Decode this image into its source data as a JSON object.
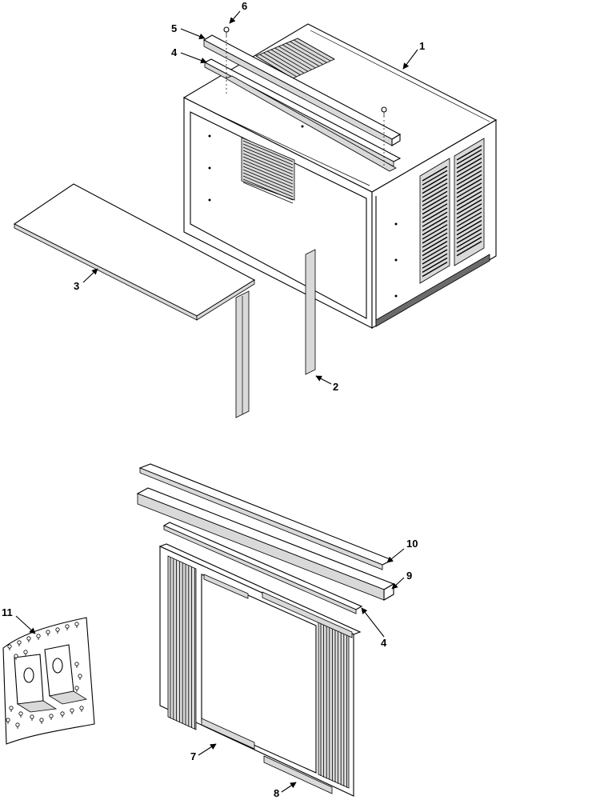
{
  "callouts": {
    "c1": "1",
    "c2": "2",
    "c3": "3",
    "c4a": "4",
    "c4b": "4",
    "c5": "5",
    "c6": "6",
    "c7": "7",
    "c8": "8",
    "c9": "9",
    "c10": "10",
    "c11": "11"
  }
}
